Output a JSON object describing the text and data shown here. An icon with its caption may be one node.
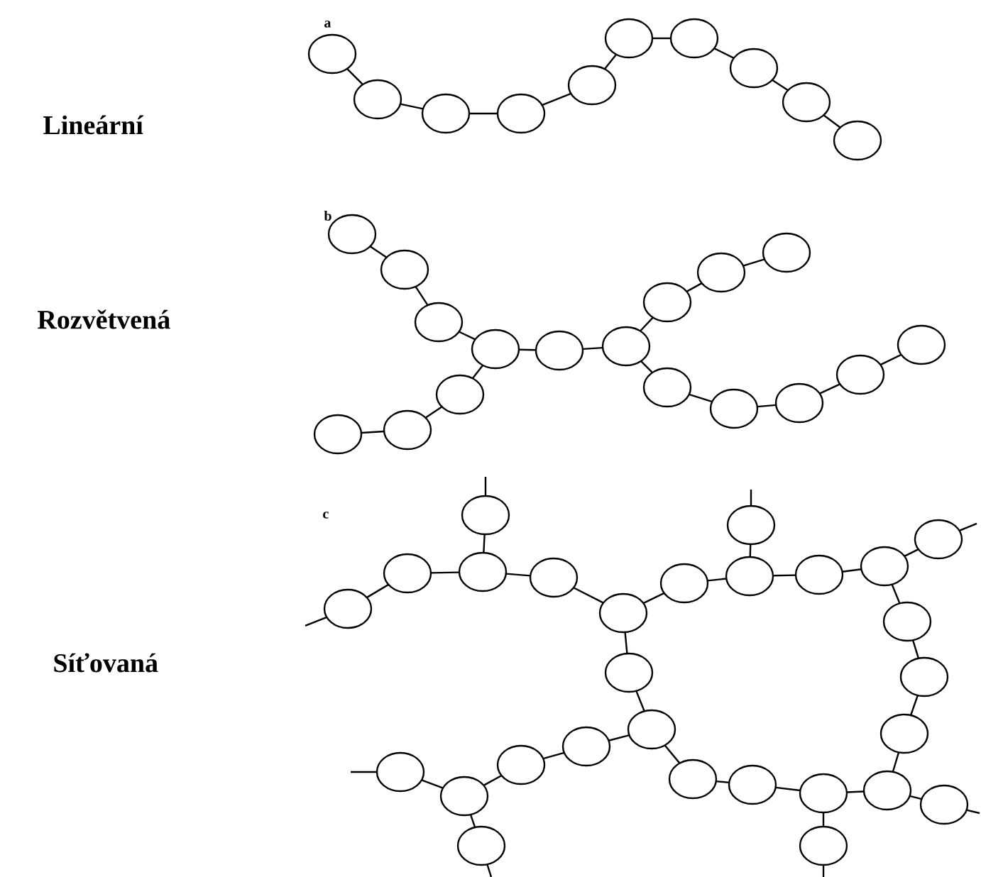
{
  "diagram": {
    "labels": [
      "a",
      "Lineární",
      "b",
      "Rozvětvená",
      "c",
      "Síťovaná"
    ]
  }
}
